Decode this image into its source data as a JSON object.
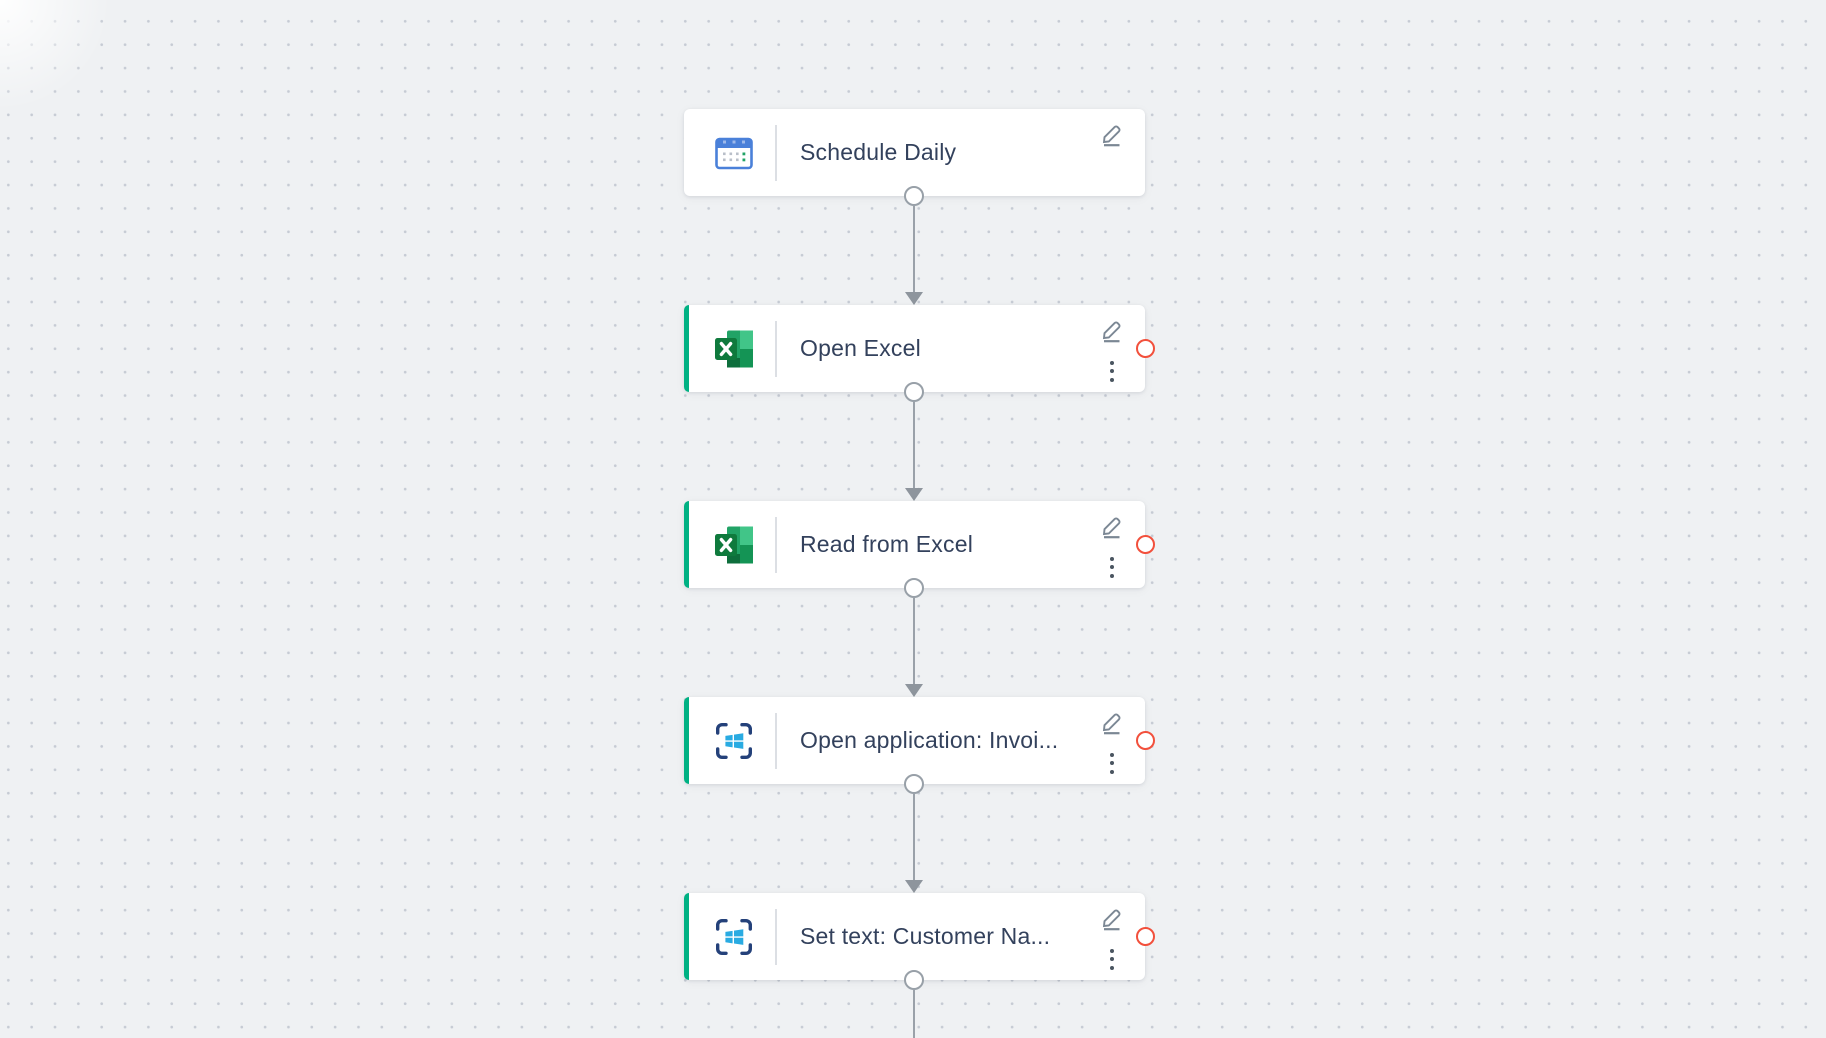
{
  "app": {
    "view": "workflow-designer-canvas"
  },
  "colors": {
    "canvas_bg": "#eff1f3",
    "grid_dot": "#c6cbd4",
    "accent_green": "#00b183",
    "error_red": "#f2503c",
    "connector_gray": "#98a0a8",
    "node_title": "#33415c"
  },
  "flow": {
    "nodes": [
      {
        "label": "Schedule Daily",
        "icon": "calendar-icon",
        "has_accent": false,
        "has_menu": false,
        "has_error_badge": false
      },
      {
        "label": "Open Excel",
        "icon": "excel-icon",
        "has_accent": true,
        "has_menu": true,
        "has_error_badge": true
      },
      {
        "label": "Read from Excel",
        "icon": "excel-icon",
        "has_accent": true,
        "has_menu": true,
        "has_error_badge": true
      },
      {
        "label": "Open application: Invoi...",
        "icon": "app-window-icon",
        "has_accent": true,
        "has_menu": true,
        "has_error_badge": true
      },
      {
        "label": "Set text: Customer Na...",
        "icon": "app-window-icon",
        "has_accent": true,
        "has_menu": true,
        "has_error_badge": true
      }
    ]
  }
}
